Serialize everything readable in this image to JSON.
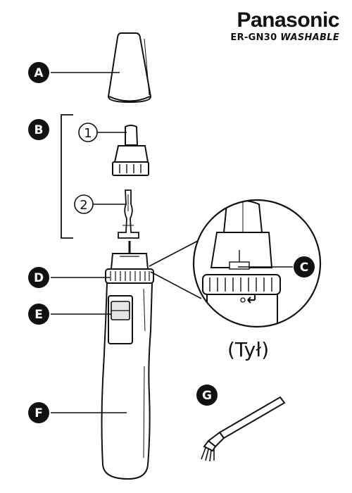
{
  "brand": {
    "name": "Panasonic",
    "model": "ER-GN30",
    "model_suffix": "WASHABLE"
  },
  "labels": {
    "a": "A",
    "b": "B",
    "c": "C",
    "d": "D",
    "e": "E",
    "f": "F",
    "g": "G",
    "sub1": "1",
    "sub2": "2"
  },
  "detail_caption": "(Tył)",
  "colors": {
    "ink": "#111111",
    "paper": "#ffffff",
    "shade": "#e6e6e6"
  }
}
